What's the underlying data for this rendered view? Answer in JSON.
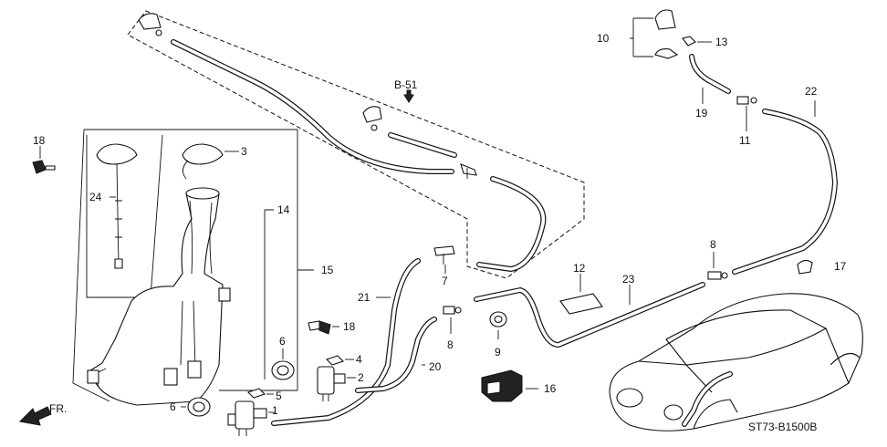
{
  "diagram": {
    "reference_code": "ST73-B1500B",
    "section_ref": "B-51",
    "front_indicator": "FR.",
    "callouts": [
      {
        "id": "c1",
        "text": "1"
      },
      {
        "id": "c2",
        "text": "2"
      },
      {
        "id": "c3",
        "text": "3"
      },
      {
        "id": "c4",
        "text": "4"
      },
      {
        "id": "c5",
        "text": "5"
      },
      {
        "id": "c6a",
        "text": "6"
      },
      {
        "id": "c6b",
        "text": "6"
      },
      {
        "id": "c7",
        "text": "7"
      },
      {
        "id": "c8a",
        "text": "8"
      },
      {
        "id": "c8b",
        "text": "8"
      },
      {
        "id": "c9",
        "text": "9"
      },
      {
        "id": "c10",
        "text": "10"
      },
      {
        "id": "c11",
        "text": "11"
      },
      {
        "id": "c12",
        "text": "12"
      },
      {
        "id": "c13",
        "text": "13"
      },
      {
        "id": "c14",
        "text": "14"
      },
      {
        "id": "c15",
        "text": "15"
      },
      {
        "id": "c16",
        "text": "16"
      },
      {
        "id": "c17",
        "text": "17"
      },
      {
        "id": "c18a",
        "text": "18"
      },
      {
        "id": "c18b",
        "text": "18"
      },
      {
        "id": "c19",
        "text": "19"
      },
      {
        "id": "c20",
        "text": "20"
      },
      {
        "id": "c21",
        "text": "21"
      },
      {
        "id": "c22",
        "text": "22"
      },
      {
        "id": "c23",
        "text": "23"
      },
      {
        "id": "c24",
        "text": "24"
      }
    ]
  }
}
